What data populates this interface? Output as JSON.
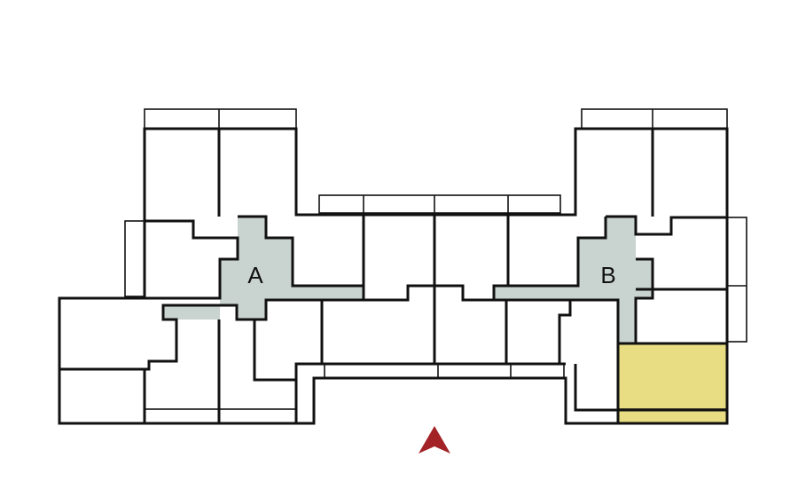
{
  "plan": {
    "cores": [
      {
        "label": "A"
      },
      {
        "label": "B"
      }
    ],
    "highlighted_unit": {
      "state": "selected"
    },
    "north_marker": {
      "direction": "north"
    },
    "colors": {
      "background": "#ffffff",
      "walls": "#111111",
      "core_fill": "#c9d3cf",
      "highlight_fill": "#e8dd82",
      "north_marker": "#a32225"
    }
  }
}
